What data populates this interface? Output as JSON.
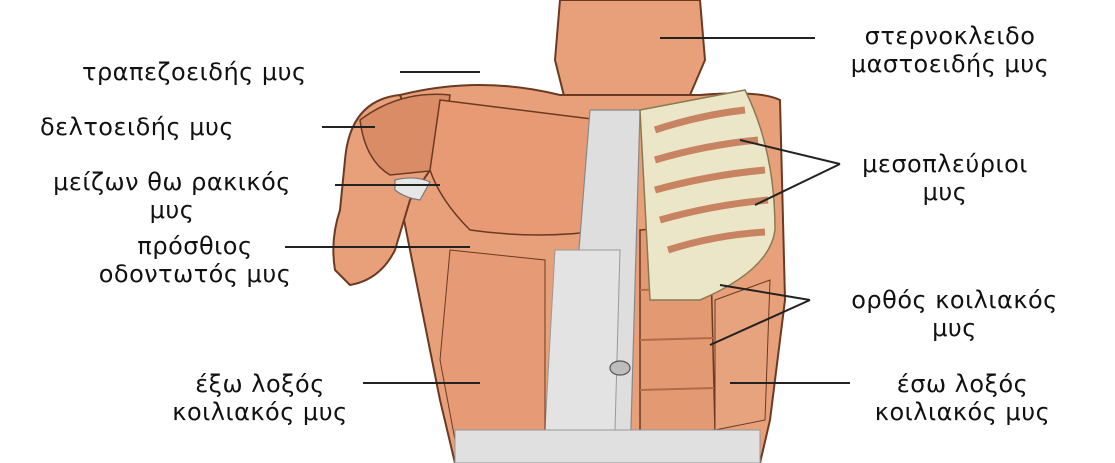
{
  "colors": {
    "muscle": "#e8a07a",
    "muscle_dark": "#c97a55",
    "tendon": "#d9d9d9",
    "rib": "#ece6c8",
    "line": "#222222"
  },
  "labels": {
    "trapezius": [
      "τραπεζοειδής μυς"
    ],
    "deltoid": [
      "δελτοειδής μυς"
    ],
    "pectoralis": [
      "μείζων θω ρακικός",
      "μυς"
    ],
    "serratus": [
      "πρόσθιος",
      "οδοντωτός μυς"
    ],
    "ext_oblique": [
      "έξω λοξός",
      "κοιλιακός μυς"
    ],
    "sternocleido": [
      "στερνοκλειδο",
      "μαστοειδής μυς"
    ],
    "intercostal": [
      "μεσοπλεύριοι",
      "μυς"
    ],
    "rectus": [
      "ορθός κοιλιακός",
      "μυς"
    ],
    "int_oblique": [
      "έσω λοξός",
      "κοιλιακός μυς"
    ]
  }
}
